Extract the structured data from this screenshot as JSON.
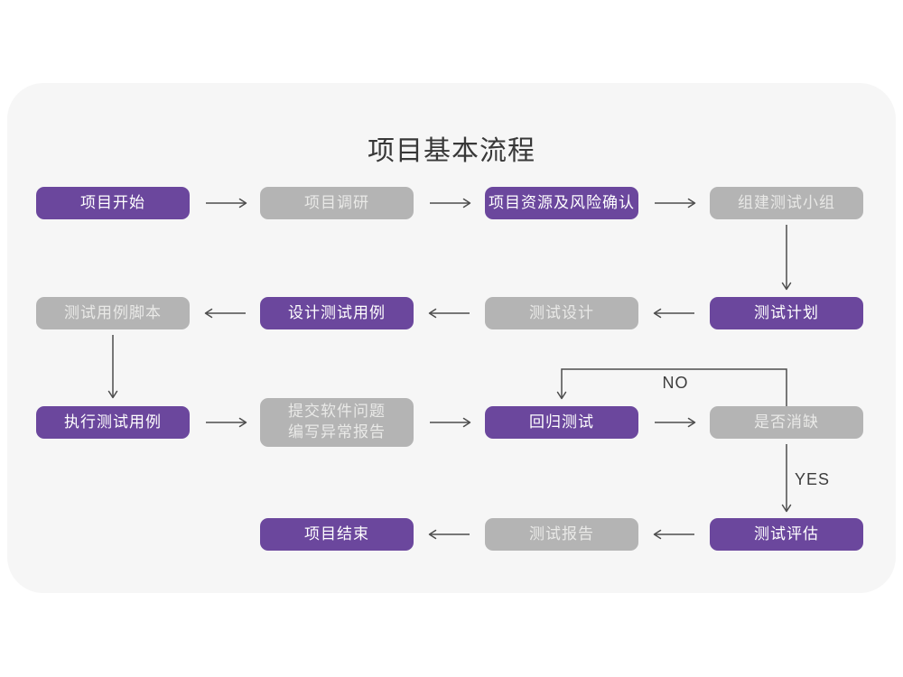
{
  "title": "项目基本流程",
  "colors": {
    "purple": "#6B479D",
    "box_gray": "#B4B4B4",
    "card_bg": "#F6F6F6",
    "page_bg": "#FFFFFF",
    "arrow": "#4D4D4D",
    "text_on_purple": "#FFFFFF",
    "text_on_gray": "#E9E9E7",
    "title_color": "#383838",
    "label_color": "#3D3D3D"
  },
  "nodes": {
    "project_start": {
      "label": "项目开始",
      "variant": "purple"
    },
    "project_research": {
      "label": "项目调研",
      "variant": "gray"
    },
    "resources_risk": {
      "label": "项目资源及风险确认",
      "variant": "purple"
    },
    "build_test_team": {
      "label": "组建测试小组",
      "variant": "gray"
    },
    "test_case_script": {
      "label": "测试用例脚本",
      "variant": "gray"
    },
    "design_test_cases": {
      "label": "设计测试用例",
      "variant": "purple"
    },
    "test_design": {
      "label": "测试设计",
      "variant": "gray"
    },
    "test_plan": {
      "label": "测试计划",
      "variant": "purple"
    },
    "execute_test_cases": {
      "label": "执行测试用例",
      "variant": "purple"
    },
    "submit_issue_report": {
      "label": "提交软件问题\n编写异常报告",
      "variant": "gray"
    },
    "regression_test": {
      "label": "回归测试",
      "variant": "purple"
    },
    "defect_cleared": {
      "label": "是否消缺",
      "variant": "gray"
    },
    "project_end": {
      "label": "项目结束",
      "variant": "purple"
    },
    "test_report": {
      "label": "测试报告",
      "variant": "gray"
    },
    "test_evaluation": {
      "label": "测试评估",
      "variant": "purple"
    }
  },
  "branch_labels": {
    "no": "NO",
    "yes": "YES"
  }
}
